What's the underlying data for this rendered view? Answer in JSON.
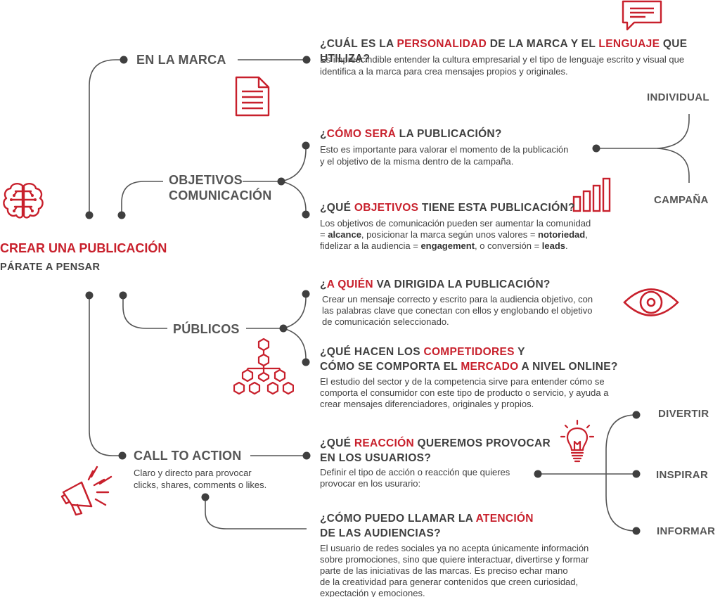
{
  "colors": {
    "accent": "#c8202c",
    "text": "#3f3f3f",
    "line": "#555555"
  },
  "center": {
    "title": "CREAR UNA PUBLICACIÓN",
    "subtitle": "PÁRATE A PENSAR",
    "icon": "brain-icon"
  },
  "branches": {
    "marca": {
      "label": "EN LA MARCA",
      "icon": "document-icon"
    },
    "objetivos": {
      "label_line1": "OBJETIVOS",
      "label_line2": "COMUNICACIÓN",
      "icon": "bar-chart-icon"
    },
    "publicos": {
      "label": "PÚBLICOS",
      "icon": "hierarchy-icon"
    },
    "cta": {
      "label": "CALL TO ACTION",
      "desc_line1": "Claro y directo para provocar",
      "desc_line2": "clicks, shares, comments o likes.",
      "icon": "megaphone-icon"
    }
  },
  "q_personalidad": {
    "pre": "¿CUÁL ES LA ",
    "hl1": "PERSONALIDAD",
    "mid": " DE LA MARCA Y EL ",
    "hl2": "LENGUAJE",
    "post": " QUE UTILIZA?",
    "body_line1": "Es imprescindible entender la cultura empresarial y el tipo de lenguaje escrito y visual que",
    "body_line2": "identifica a la marca para crea mensajes propios y originales.",
    "icon": "chat-bubble-icon"
  },
  "q_publicacion": {
    "pre": "¿",
    "hl1": "CÓMO SERÁ",
    "post": " LA PUBLICACIÓN?",
    "body_line1": "Esto es importante para valorar el momento de la publicación",
    "body_line2": "y el objetivo de la misma dentro de la campaña.",
    "options": [
      "INDIVIDUAL",
      "CAMPAÑA"
    ]
  },
  "q_objetivos": {
    "pre": "¿QUÉ ",
    "hl1": "OBJETIVOS",
    "post": " TIENE ESTA PUBLICACIÓN?",
    "line1": "Los objetivos de comunicación pueden ser aumentar la comunidad",
    "l2a": "= ",
    "l2b": "alcance",
    "l2c": ", posicionar la marca según unos valores = ",
    "l2d": "notoriedad",
    "l2e": ",",
    "l3a": "fidelizar a la audiencia = ",
    "l3b": "engagement",
    "l3c": ", o conversión = ",
    "l3d": "leads",
    "l3e": "."
  },
  "q_quien": {
    "pre": "¿",
    "hl1": "A QUIÉN",
    "post": " VA DIRIGIDA LA PUBLICACIÓN?",
    "body_line1": "Crear un mensaje correcto y escrito para la audiencia objetivo, con",
    "body_line2": "las palabras clave que conectan con ellos y englobando el objetivo",
    "body_line3": "de comunicación seleccionado.",
    "icon": "eye-icon"
  },
  "q_competidores": {
    "pre1": "¿QUÉ HACEN LOS ",
    "hl1": "COMPETIDORES",
    "post1": " Y",
    "pre2": "CÓMO SE COMPORTA EL ",
    "hl2": "MERCADO",
    "post2": " A NIVEL ONLINE?",
    "body_line1": "El estudio del sector y de la competencia sirve para entender cómo se",
    "body_line2": "comporta el consumidor con este tipo de producto o servicio, y ayuda a",
    "body_line3": "crear mensajes diferenciadores, originales y propios."
  },
  "q_reaccion": {
    "pre": "¿QUÉ ",
    "hl1": "REACCIÓN",
    "post": " QUEREMOS PROVOCAR",
    "line2": "EN LOS USUARIOS?",
    "body_line1": "Definir el tipo de acción o reacción que quieres",
    "body_line2": "provocar en los usurario:",
    "options": [
      "DIVERTIR",
      "INSPIRAR",
      "INFORMAR"
    ],
    "icon": "lightbulb-icon"
  },
  "q_atencion": {
    "pre": "¿CÓMO PUEDO LLAMAR LA ",
    "hl1": "ATENCIÓN",
    "line2": "DE LAS AUDIENCIAS?",
    "body_line1": "El usuario de redes sociales ya no acepta únicamente información",
    "body_line2": "sobre promociones, sino que quiere interactuar, divertirse y formar",
    "body_line3": "parte de las iniciativas de las marcas. Es preciso echar mano",
    "body_line4": "de la creatividad para generar contenidos que creen curiosidad,",
    "body_line5": "expectación y emociones."
  }
}
